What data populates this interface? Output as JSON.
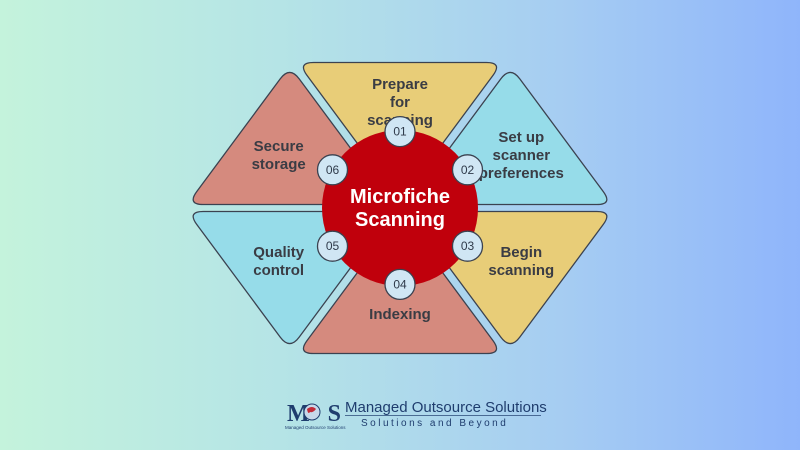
{
  "center": {
    "line1": "Microfiche",
    "line2": "Scanning"
  },
  "colors": {
    "yellow": "#e8cd78",
    "teal": "#96dce9",
    "salmon": "#d58a7e",
    "center": "#c0000c",
    "badge": "#d0e6f4"
  },
  "steps": [
    {
      "number": "01",
      "label": [
        "Prepare",
        "for",
        "scanning"
      ],
      "color": "yellow"
    },
    {
      "number": "02",
      "label": [
        "Set up",
        "scanner",
        "preferences"
      ],
      "color": "teal"
    },
    {
      "number": "03",
      "label": [
        "Begin",
        "scanning"
      ],
      "color": "yellow"
    },
    {
      "number": "04",
      "label": [
        "Indexing"
      ],
      "color": "salmon"
    },
    {
      "number": "05",
      "label": [
        "Quality",
        "control"
      ],
      "color": "teal"
    },
    {
      "number": "06",
      "label": [
        "Secure",
        "storage"
      ],
      "color": "salmon"
    }
  ],
  "logo": {
    "mark": "M S",
    "mark_sub": "Managed Outsource Solutions",
    "company": "Managed Outsource Solutions",
    "tagline": "Solutions and Beyond"
  }
}
